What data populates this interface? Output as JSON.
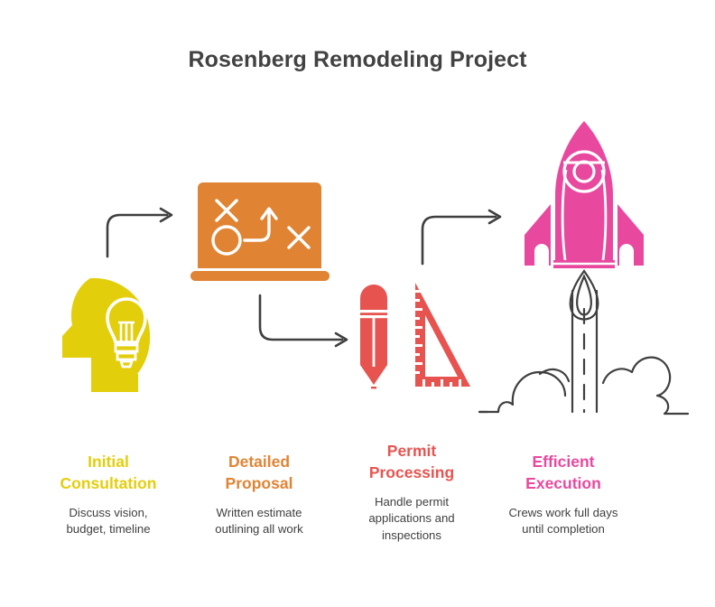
{
  "page": {
    "title": "Rosenberg Remodeling Project",
    "background": "#ffffff"
  },
  "colors": {
    "title_text": "#424242",
    "body_text": "#3f3f3f",
    "stage_1": "#E3CE0B",
    "stage_2": "#E08434",
    "stage_3": "#E75450",
    "stage_4": "#E8499F",
    "arrow": "#3f3f3f",
    "icon_detail": "#ffffff"
  },
  "stages": [
    {
      "heading": "Initial Consultation",
      "heading_line_1": "Initial",
      "heading_line_2": "Consultation",
      "description": "Discuss vision, budget, timeline",
      "description_line_1": "Discuss vision,",
      "description_line_2": "budget, timeline",
      "color": "#E3CE0B",
      "icon": "head-lightbulb-icon"
    },
    {
      "heading": "Detailed Proposal",
      "heading_line_1": "Detailed",
      "heading_line_2": "Proposal",
      "description": "Written estimate outlining all work",
      "description_line_1": "Written estimate",
      "description_line_2": "outlining all work",
      "color": "#E08434",
      "icon": "laptop-strategy-icon"
    },
    {
      "heading": "Permit Processing",
      "heading_line_1": "Permit",
      "heading_line_2": "Processing",
      "description": "Handle permit applications and inspections",
      "description_line_1": "Handle permit",
      "description_line_2": "applications and",
      "description_line_3": "inspections",
      "color": "#E75450",
      "icon": "pencil-ruler-icon"
    },
    {
      "heading": "Efficient Execution",
      "heading_line_1": "Efficient",
      "heading_line_2": "Execution",
      "description": "Crews work full days until completion",
      "description_line_1": "Crews work full days",
      "description_line_2": "until completion",
      "color": "#E8499F",
      "icon": "rocket-launch-icon"
    }
  ],
  "connectors": [
    {
      "name": "arrow-stage1-to-stage2",
      "direction": "up-then-right"
    },
    {
      "name": "arrow-stage2-to-stage3",
      "direction": "down-then-right"
    },
    {
      "name": "arrow-stage3-to-stage4",
      "direction": "up-then-right"
    }
  ]
}
